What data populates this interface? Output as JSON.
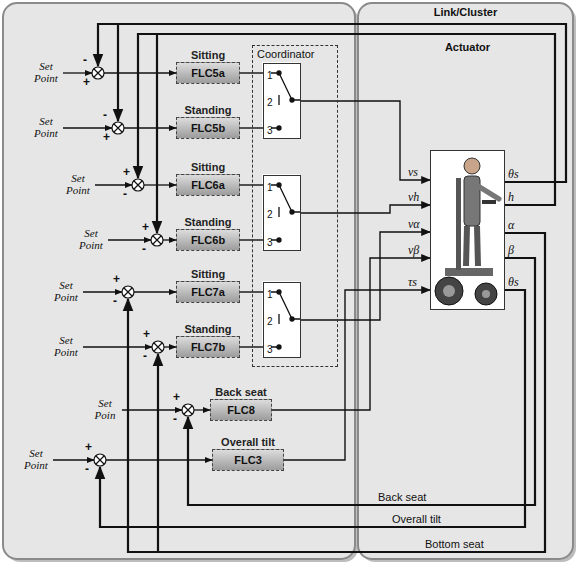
{
  "diagram": {
    "nodes": [
      {
        "text": [
          "Sitting",
          "FLC5a"
        ]
      },
      {
        "text": [
          "Standing",
          "FLC5b"
        ]
      },
      {
        "text": [
          "Sitting",
          "FLC6a"
        ]
      },
      {
        "text": [
          "Standing",
          "FLC6b"
        ]
      },
      {
        "text": [
          "Sitting",
          "FLC7a"
        ]
      },
      {
        "text": [
          "Standing",
          "FLC7b"
        ]
      },
      {
        "text": [
          "Back seat",
          "FLC8"
        ]
      },
      {
        "text": [
          "Overall tilt",
          "FLC3"
        ]
      },
      {
        "text": [
          "Coordinator"
        ]
      },
      {
        "text": [
          "1",
          "2",
          "3"
        ],
        "in": 8
      },
      {
        "text": [
          "1",
          "2",
          "3"
        ],
        "in": 8
      },
      {
        "text": [
          "1",
          "2",
          "3"
        ],
        "in": 8
      },
      {
        "text": [
          "Link/Cluster"
        ]
      },
      {
        "text": [
          "Actuator"
        ],
        "in": 12
      }
    ],
    "edges": [
      {
        "from": 0,
        "to": 9,
        "arrow": "none"
      },
      {
        "from": 1,
        "to": 9,
        "arrow": "none"
      },
      {
        "from": 2,
        "to": 10,
        "arrow": "none"
      },
      {
        "from": 3,
        "to": 10,
        "arrow": "none"
      },
      {
        "from": 4,
        "to": 11,
        "arrow": "none"
      },
      {
        "from": 5,
        "to": 11,
        "arrow": "none"
      },
      {
        "from": 9,
        "to": 13,
        "label": "vs",
        "arrow": "to"
      },
      {
        "from": 10,
        "to": 13,
        "label": "vh",
        "arrow": "to"
      },
      {
        "from": 11,
        "to": 13,
        "label": "vα",
        "arrow": "to"
      },
      {
        "from": 6,
        "to": 13,
        "label": "vβ",
        "arrow": "to"
      },
      {
        "from": 7,
        "to": 13,
        "label": "τs",
        "arrow": "to"
      }
    ],
    "labels": [
      "Set Point",
      "-",
      "+",
      "Set Point",
      "-",
      "+",
      "Set Point",
      "+",
      "-",
      "Set Point",
      "+",
      "-",
      "Set Point",
      "+",
      "-",
      "Set Point",
      "+",
      "-",
      "Set Poin",
      "+",
      "-",
      "Set Point",
      "+",
      "-",
      "θs",
      "h",
      "α",
      "β",
      "θs",
      "Back seat",
      "Overall tilt",
      "Bottom seat"
    ]
  }
}
